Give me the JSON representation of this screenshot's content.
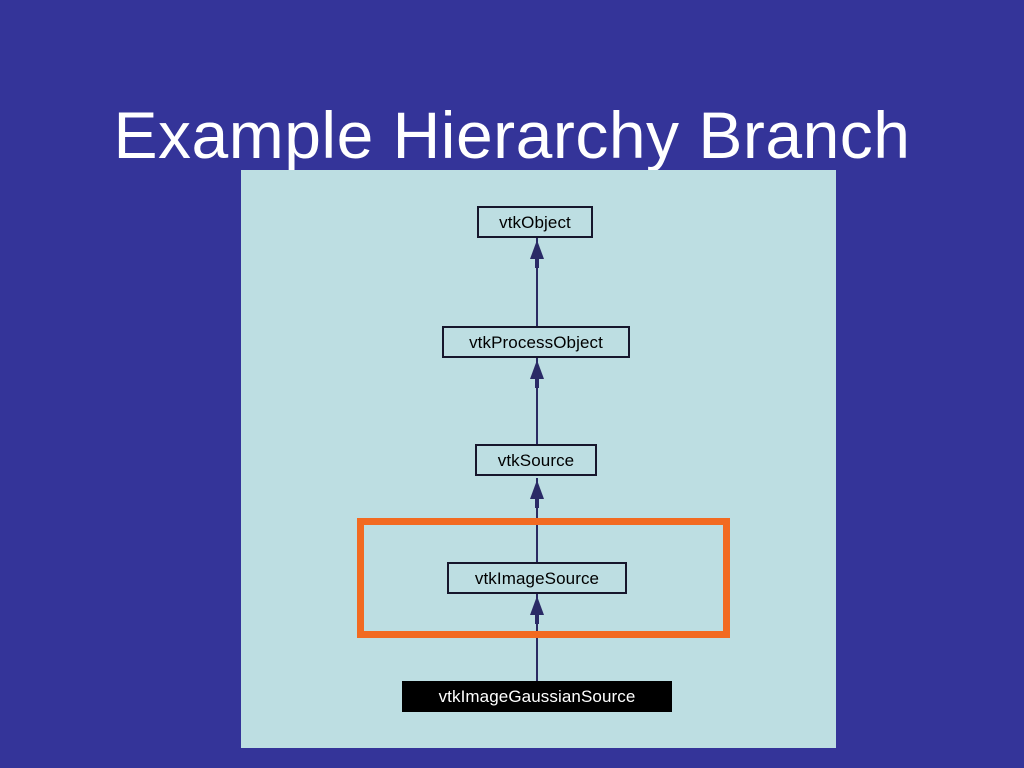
{
  "slide": {
    "title": "Example Hierarchy Branch",
    "background_color": "#343499",
    "panel_color": "#bddee2"
  },
  "diagram": {
    "type": "class-hierarchy",
    "orientation": "bottom-up-inheritance",
    "highlight_color": "#f26a21",
    "connector_color": "#2a2a66",
    "nodes": [
      {
        "id": "vtkObject",
        "label": "vtkObject",
        "state": "normal"
      },
      {
        "id": "vtkProcessObject",
        "label": "vtkProcessObject",
        "state": "normal"
      },
      {
        "id": "vtkSource",
        "label": "vtkSource",
        "state": "normal"
      },
      {
        "id": "vtkImageSource",
        "label": "vtkImageSource",
        "state": "highlighted"
      },
      {
        "id": "vtkImageGaussianSource",
        "label": "vtkImageGaussianSource",
        "state": "selected"
      }
    ],
    "edges": [
      {
        "from": "vtkProcessObject",
        "to": "vtkObject",
        "arrow": "up"
      },
      {
        "from": "vtkSource",
        "to": "vtkProcessObject",
        "arrow": "up"
      },
      {
        "from": "vtkImageSource",
        "to": "vtkSource",
        "arrow": "up"
      },
      {
        "from": "vtkImageGaussianSource",
        "to": "vtkImageSource",
        "arrow": "up"
      }
    ],
    "highlight_region": {
      "label": "vtkImageSource highlight",
      "encloses": "vtkImageSource"
    }
  }
}
